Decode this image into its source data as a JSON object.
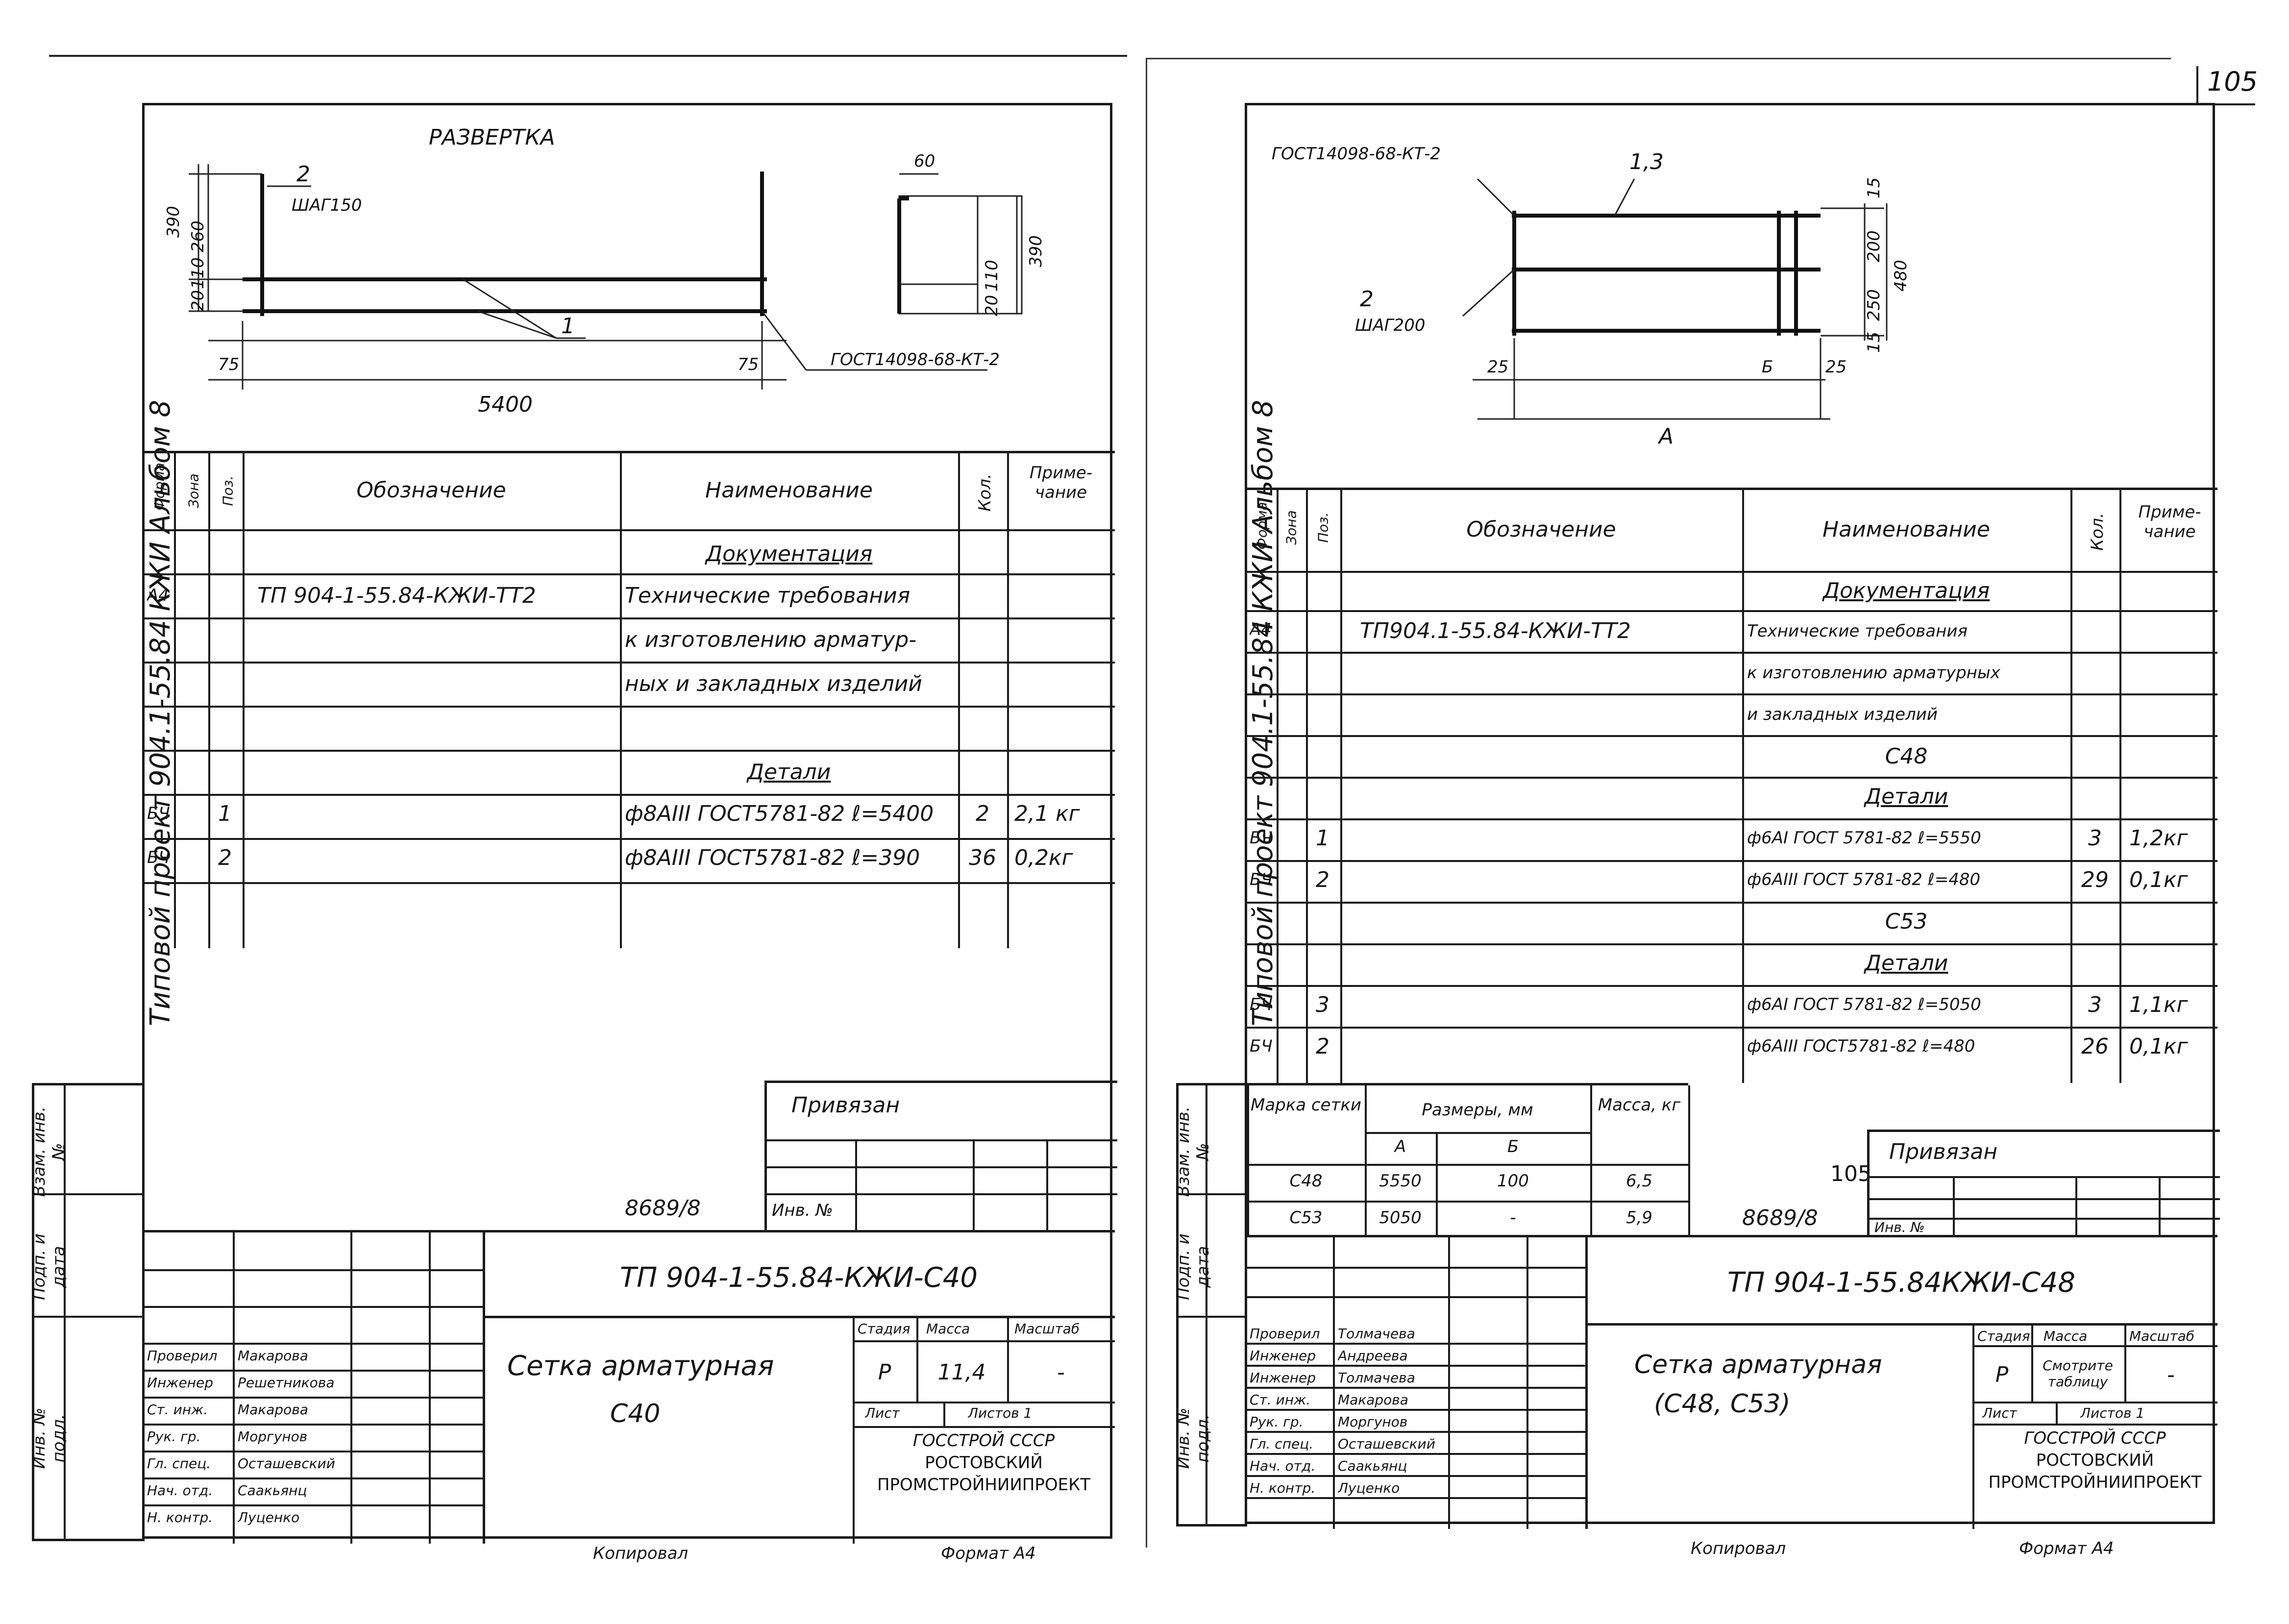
{
  "page_number": "105",
  "left": {
    "side_title": {
      "part1": "Типовой   проект   904.1-55.84 КЖИ   Альбом 8"
    },
    "sidebar_labels": [
      "Взам. инв. №",
      "Подп. и дата",
      "Инв. № подл."
    ],
    "drawing": {
      "title": "РАЗВЕРТКА",
      "pos2_label": "2",
      "step": "ШАГ150",
      "d390": "390",
      "d260": "260",
      "d110": "110",
      "d20": "20",
      "d75a": "75",
      "d75b": "75",
      "d5400": "5400",
      "pos1_label": "1",
      "gost": "ГОСТ14098-68-КТ-2",
      "d60": "60",
      "d390b": "390",
      "d110b": "110",
      "d20b": "20"
    },
    "spec_header": {
      "format": "Формат",
      "zone": "Зона",
      "pos": "Поз.",
      "designation": "Обозначение",
      "name": "Наименование",
      "qty": "Кол.",
      "note": "Приме- чание"
    },
    "rows": [
      {
        "format": "",
        "pos": "",
        "designation": "",
        "name": "Документация",
        "qty": "",
        "note": ""
      },
      {
        "format": "А4",
        "pos": "",
        "designation": "ТП 904-1-55.84-КЖИ-ТТ2",
        "name": "Технические требования",
        "qty": "",
        "note": ""
      },
      {
        "format": "",
        "pos": "",
        "designation": "",
        "name": "к изготовлению арматур-",
        "qty": "",
        "note": ""
      },
      {
        "format": "",
        "pos": "",
        "designation": "",
        "name": "ных и закладных изделий",
        "qty": "",
        "note": ""
      },
      {
        "format": "",
        "pos": "",
        "designation": "",
        "name": "",
        "qty": "",
        "note": ""
      },
      {
        "format": "",
        "pos": "",
        "designation": "",
        "name": "Детали",
        "qty": "",
        "note": ""
      },
      {
        "format": "БЧ",
        "pos": "1",
        "designation": "",
        "name": "ф8АIII ГОСТ5781-82 ℓ=5400",
        "qty": "2",
        "note": "2,1 кг"
      },
      {
        "format": "БЧ",
        "pos": "2",
        "designation": "",
        "name": "ф8АIII ГОСТ5781-82 ℓ=390",
        "qty": "36",
        "note": "0,2кг"
      }
    ],
    "attached": "Привязан",
    "ref_number": "8689/8",
    "inv_no": "Инв. №",
    "code": "ТП 904-1-55.84-КЖИ-С40",
    "sheet_name_1": "Сетка арматурная",
    "sheet_name_2": "С40",
    "stage_label": "Стадия",
    "mass_label": "Масса",
    "scale_label": "Масштаб",
    "stage": "Р",
    "mass": "11,4",
    "scale": "-",
    "sheet": "Лист",
    "sheets": "Листов 1",
    "org_1": "ГОССТРОЙ СССР",
    "org_2": "РОСТОВСКИЙ",
    "org_3": "ПРОМСТРОЙНИИПРОЕКТ",
    "people": [
      {
        "role": "Проверил",
        "name": "Макарова"
      },
      {
        "role": "Инженер",
        "name": "Решетникова"
      },
      {
        "role": "Ст. инж.",
        "name": "Макарова"
      },
      {
        "role": "Рук. гр.",
        "name": "Моргунов"
      },
      {
        "role": "Гл. спец.",
        "name": "Осташевский"
      },
      {
        "role": "Нач. отд.",
        "name": "Саакьянц"
      },
      {
        "role": "Н. контр.",
        "name": "Луценко"
      }
    ],
    "copied": "Копировал",
    "format": "Формат А4"
  },
  "right": {
    "side_title": {
      "part1": "Типовой   проект   904.1-55.84 КЖИ   Альбом 8"
    },
    "sidebar_labels": [
      "Взам. инв. №",
      "Подп. и дата",
      "Инв. № подл."
    ],
    "drawing": {
      "gost": "ГОСТ14098-68-КТ-2",
      "pos13": "1,3",
      "pos2": "2",
      "step": "ШАГ200",
      "d15a": "15",
      "d200": "200",
      "d250": "250",
      "d15b": "15",
      "d480": "480",
      "d25a": "25",
      "dB": "Б",
      "d25b": "25",
      "dA": "А"
    },
    "spec_header": {
      "format": "Формат",
      "zone": "Зона",
      "pos": "Поз.",
      "designation": "Обозначение",
      "name": "Наименование",
      "qty": "Кол.",
      "note": "Приме- чание"
    },
    "rows": [
      {
        "format": "",
        "pos": "",
        "designation": "",
        "name": "Документация",
        "qty": "",
        "note": ""
      },
      {
        "format": "А4",
        "pos": "",
        "designation": "ТП904.1-55.84-КЖИ-ТТ2",
        "name": "Технические требования",
        "qty": "",
        "note": ""
      },
      {
        "format": "",
        "pos": "",
        "designation": "",
        "name": "к изготовлению арматурных",
        "qty": "",
        "note": ""
      },
      {
        "format": "",
        "pos": "",
        "designation": "",
        "name": "и закладных изделий",
        "qty": "",
        "note": ""
      },
      {
        "format": "",
        "pos": "",
        "designation": "",
        "name": "С48",
        "qty": "",
        "note": ""
      },
      {
        "format": "",
        "pos": "",
        "designation": "",
        "name": "Детали",
        "qty": "",
        "note": ""
      },
      {
        "format": "БЧ",
        "pos": "1",
        "designation": "",
        "name": "ф6АI ГОСТ 5781-82 ℓ=5550",
        "qty": "3",
        "note": "1,2кг"
      },
      {
        "format": "БЧ",
        "pos": "2",
        "designation": "",
        "name": "ф6АIII ГОСТ 5781-82 ℓ=480",
        "qty": "29",
        "note": "0,1кг"
      },
      {
        "format": "",
        "pos": "",
        "designation": "",
        "name": "С53",
        "qty": "",
        "note": ""
      },
      {
        "format": "",
        "pos": "",
        "designation": "",
        "name": "Детали",
        "qty": "",
        "note": ""
      },
      {
        "format": "БЧ",
        "pos": "3",
        "designation": "",
        "name": "ф6АI ГОСТ 5781-82 ℓ=5050",
        "qty": "3",
        "note": "1,1кг"
      },
      {
        "format": "БЧ",
        "pos": "2",
        "designation": "",
        "name": "ф6АIII ГОСТ5781-82 ℓ=480",
        "qty": "26",
        "note": "0,1кг"
      }
    ],
    "mesh_table": {
      "h_mark": "Марка сетки",
      "h_sizes": "Размеры, мм",
      "h_a": "А",
      "h_b": "Б",
      "h_mass": "Масса, кг",
      "rows": [
        {
          "mark": "С48",
          "a": "5550",
          "b": "100",
          "mass": "6,5"
        },
        {
          "mark": "С53",
          "a": "5050",
          "b": "-",
          "mass": "5,9"
        }
      ]
    },
    "stamp_105": "105",
    "attached": "Привязан",
    "ref_number": "8689/8",
    "inv_no": "Инв. №",
    "code": "ТП 904-1-55.84КЖИ-С48",
    "sheet_name_1": "Сетка арматурная",
    "sheet_name_2": "(С48, С53)",
    "stage_label": "Стадия",
    "mass_label": "Масса",
    "scale_label": "Масштаб",
    "stage": "Р",
    "mass": "Смотрите таблицу",
    "scale": "-",
    "sheet": "Лист",
    "sheets": "Листов 1",
    "org_1": "ГОССТРОЙ СССР",
    "org_2": "РОСТОВСКИЙ",
    "org_3": "ПРОМСТРОЙНИИПРОЕКТ",
    "people": [
      {
        "role": "Проверил",
        "name": "Толмачева"
      },
      {
        "role": "Инженер",
        "name": "Андреева"
      },
      {
        "role": "Инженер",
        "name": "Толмачева"
      },
      {
        "role": "Ст. инж.",
        "name": "Макарова"
      },
      {
        "role": "Рук. гр.",
        "name": "Моргунов"
      },
      {
        "role": "Гл. спец.",
        "name": "Осташевский"
      },
      {
        "role": "Нач. отд.",
        "name": "Саакьянц"
      },
      {
        "role": "Н. контр.",
        "name": "Луценко"
      }
    ],
    "copied": "Копировал",
    "format": "Формат А4"
  }
}
